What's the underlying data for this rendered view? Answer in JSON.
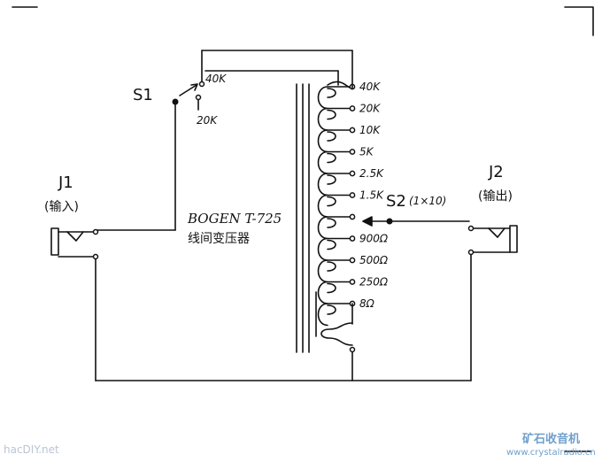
{
  "diagram": {
    "title": "BOGEN T-725",
    "subtitle": "线间变压器",
    "switch_s1": {
      "label": "S1",
      "pos_a": "40K",
      "pos_b": "20K"
    },
    "switch_s2": {
      "label": "S2",
      "note": "(1×10)"
    },
    "jack_j1": {
      "label": "J1",
      "note": "(输入)"
    },
    "jack_j2": {
      "label": "J2",
      "note": "(输出)"
    },
    "taps": [
      "40K",
      "20K",
      "10K",
      "5K",
      "2.5K",
      "1.5K",
      "",
      "900Ω",
      "500Ω",
      "250Ω",
      "8Ω"
    ]
  },
  "watermark": {
    "left": "hacDIY.net",
    "right_cn": "矿石收音机",
    "right_url": "www.crystalradio.cn"
  }
}
